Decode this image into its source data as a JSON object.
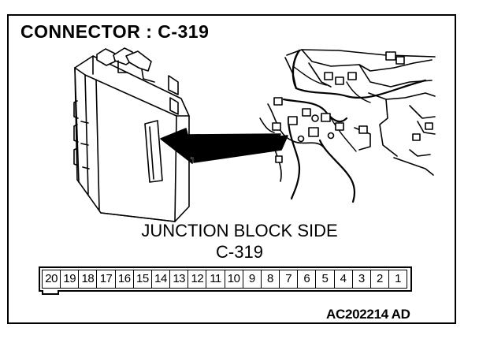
{
  "diagram": {
    "title": "CONNECTOR : C-319",
    "caption_line1": "JUNCTION BLOCK SIDE",
    "caption_line2": "C-319",
    "pins": [
      "20",
      "19",
      "18",
      "17",
      "16",
      "15",
      "14",
      "13",
      "12",
      "11",
      "10",
      "9",
      "8",
      "7",
      "6",
      "5",
      "4",
      "3",
      "2",
      "1"
    ],
    "figure_code": "AC202214 AD"
  }
}
